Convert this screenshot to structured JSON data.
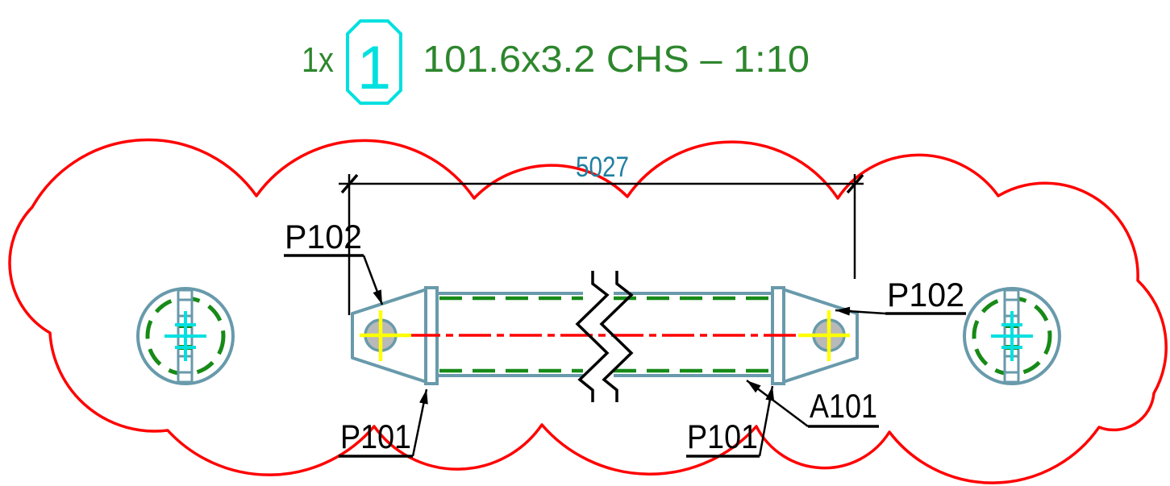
{
  "title": {
    "quantity": "1x",
    "mark": "1",
    "description": "101.6x3.2 CHS – 1:10"
  },
  "dimension": {
    "value": "5027"
  },
  "labels": {
    "p102_left": "P102",
    "p102_right": "P102",
    "p101_left": "P101",
    "p101_right": "P101",
    "a101": "A101"
  },
  "colors": {
    "cloud": "#ff0000",
    "edge": "#689aab",
    "hidden": "#178a17",
    "centerline": "#ff0000",
    "yellow": "#ffff00",
    "cyan": "#00e0e0",
    "dim-text": "#1f7fa0",
    "title-green": "#2d862d",
    "black": "#000000",
    "hole-fill": "#b9b9b9"
  }
}
